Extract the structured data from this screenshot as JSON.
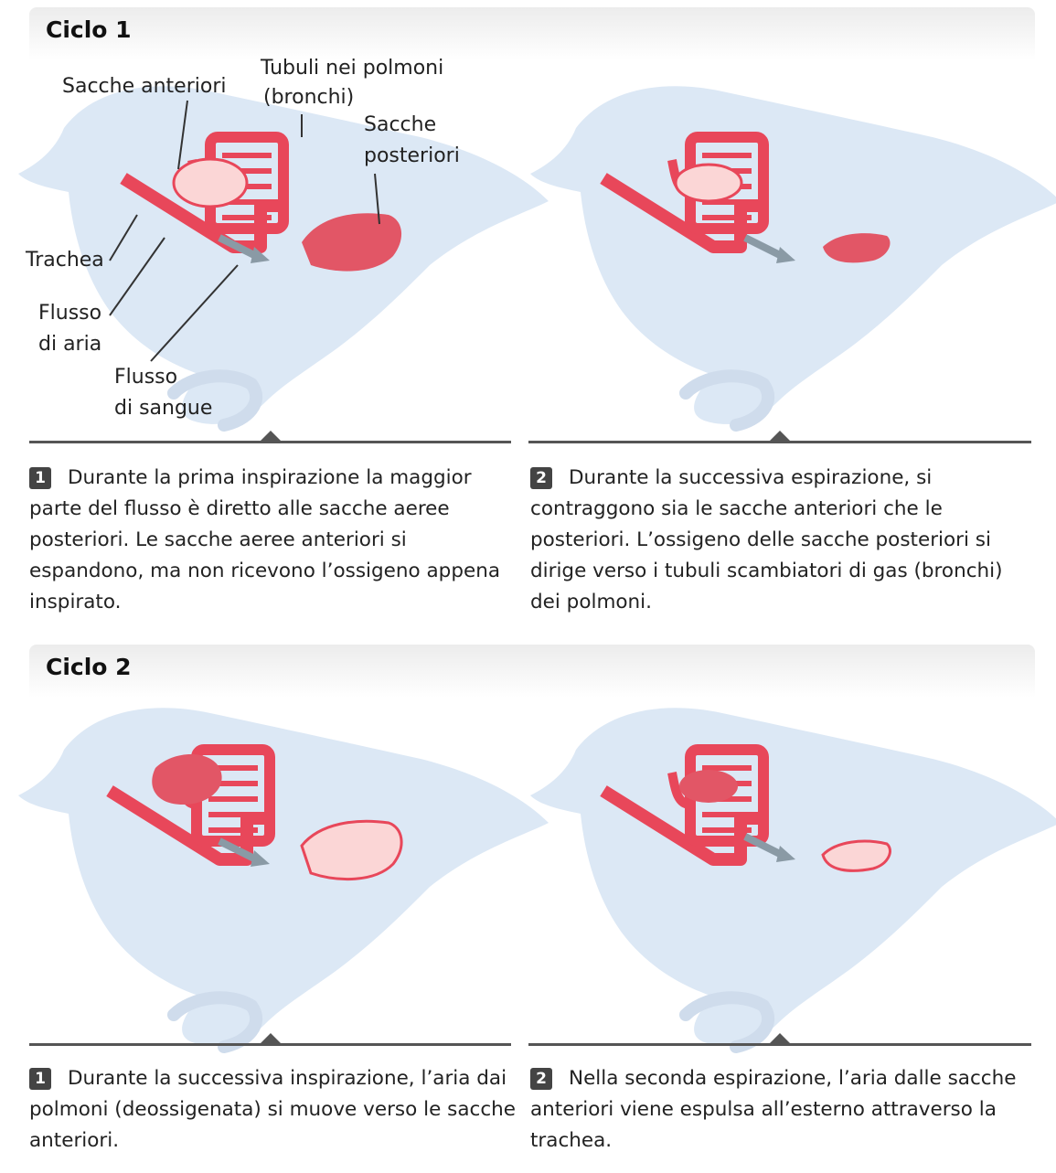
{
  "cycles": [
    {
      "title": "Ciclo 1",
      "steps": [
        {
          "number": "1",
          "text": "Durante la prima inspirazione la maggior parte del flusso è diretto alle sacche aeree posteriori. Le sacche aeree anteriori si espandono, ma non ricevono l’ossigeno appena inspirato."
        },
        {
          "number": "2",
          "text": "Durante la successiva espirazione, si contraggono sia le sacche anteriori che le posteriori. L’ossigeno delle sacche posteriori si dirige verso i tubuli scambiatori di gas (bronchi) dei polmoni."
        }
      ]
    },
    {
      "title": "Ciclo 2",
      "steps": [
        {
          "number": "1",
          "text": "Durante la successiva inspirazione, l’aria dai polmoni (deossigenata) si muove verso le sacche anteriori."
        },
        {
          "number": "2",
          "text": "Nella seconda espirazione, l’aria dalle sacche anteriori viene espulsa all’esterno attraverso la trachea."
        }
      ]
    }
  ],
  "labels": {
    "anterior_sacs": "Sacche anteriori",
    "tubules_1": "Tubuli nei polmoni",
    "tubules_2": "(bronchi)",
    "posterior_1": "Sacche",
    "posterior_2": "posteriori",
    "trachea": "Trachea",
    "airflow_1": "Flusso",
    "airflow_2": "di aria",
    "bloodflow_1": "Flusso",
    "bloodflow_2": "di sangue"
  },
  "colors": {
    "bird_body": "#dce8f5",
    "vessel_red": "#e8475a",
    "sac_dark": "#e25666",
    "sac_light": "#fbd6d6",
    "rule": "#555555"
  }
}
